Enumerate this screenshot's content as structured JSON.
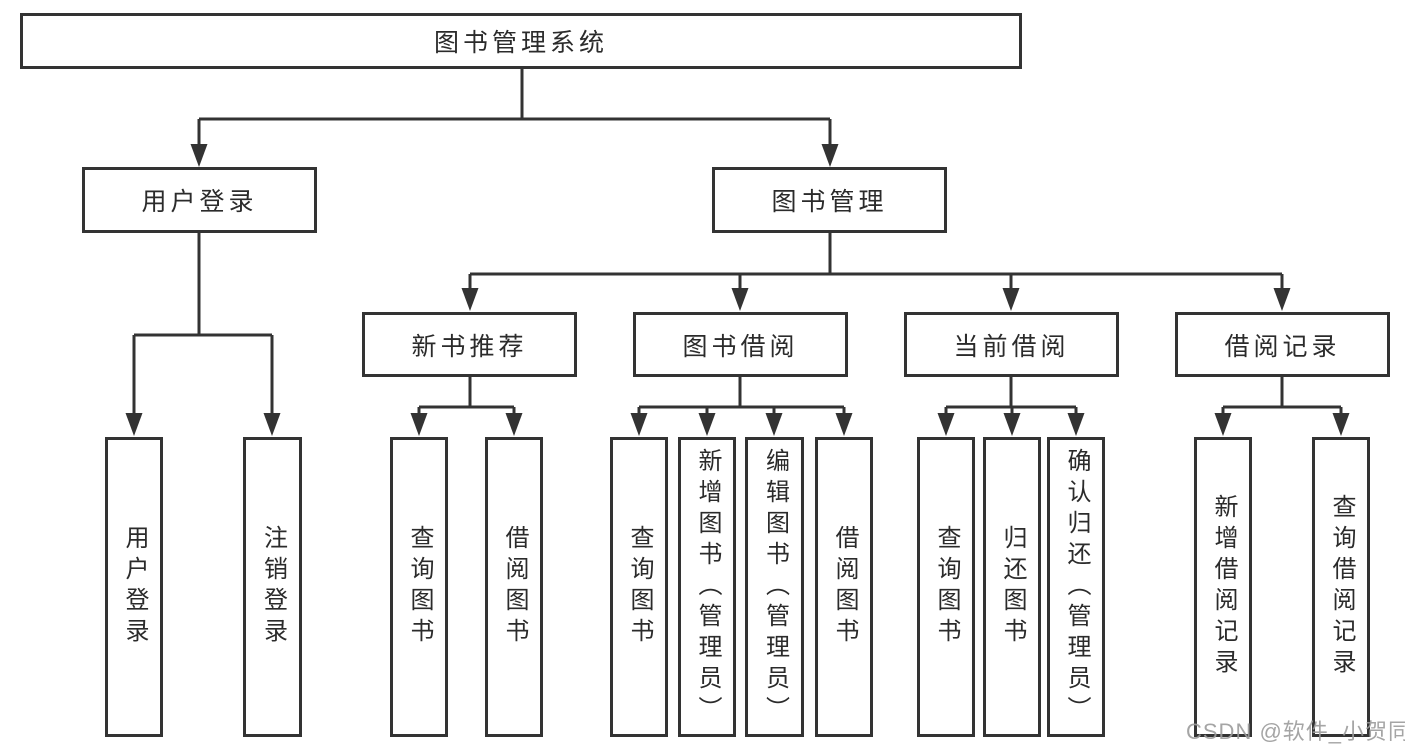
{
  "diagram_type": "hierarchy-tree",
  "tree": {
    "label": "图书管理系统",
    "children": [
      {
        "label": "用户登录",
        "children": [
          {
            "label": "用户登录"
          },
          {
            "label": "注销登录"
          }
        ]
      },
      {
        "label": "图书管理",
        "children": [
          {
            "label": "新书推荐",
            "children": [
              {
                "label": "查询图书"
              },
              {
                "label": "借阅图书"
              }
            ]
          },
          {
            "label": "图书借阅",
            "children": [
              {
                "label": "查询图书"
              },
              {
                "label": "新增图书（管理员）"
              },
              {
                "label": "编辑图书（管理员）"
              },
              {
                "label": "借阅图书"
              }
            ]
          },
          {
            "label": "当前借阅",
            "children": [
              {
                "label": "查询图书"
              },
              {
                "label": "归还图书"
              },
              {
                "label": "确认归还（管理员）"
              }
            ]
          },
          {
            "label": "借阅记录",
            "children": [
              {
                "label": "新增借阅记录"
              },
              {
                "label": "查询借阅记录"
              }
            ]
          }
        ]
      }
    ]
  },
  "watermark": {
    "text": "CSDN @软件_小贺同学"
  },
  "colors": {
    "line": "#333333",
    "text": "#2b2b2b",
    "box_fill": "#ffffff",
    "background": "#ffffff",
    "watermark": "#9c9c9c"
  }
}
